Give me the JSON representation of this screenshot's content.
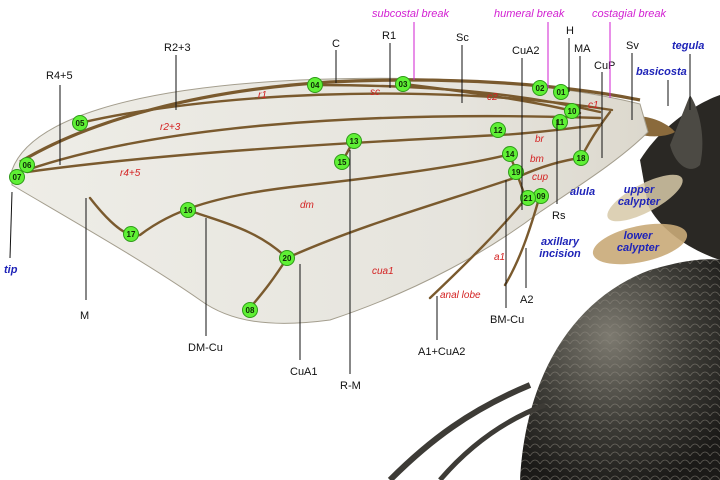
{
  "nodes": [
    "01",
    "02",
    "03",
    "04",
    "05",
    "06",
    "07",
    "08",
    "09",
    "10",
    "11",
    "12",
    "13",
    "14",
    "15",
    "16",
    "17",
    "18",
    "19",
    "20",
    "21"
  ],
  "vein_labels": [
    {
      "text": "R4+5"
    },
    {
      "text": "R2+3"
    },
    {
      "text": "C"
    },
    {
      "text": "R1"
    },
    {
      "text": "Sc"
    },
    {
      "text": "CuA2"
    },
    {
      "text": "H"
    },
    {
      "text": "MA"
    },
    {
      "text": "Sv"
    },
    {
      "text": "CuP"
    },
    {
      "text": "M"
    },
    {
      "text": "DM-Cu"
    },
    {
      "text": "CuA1"
    },
    {
      "text": "R-M"
    },
    {
      "text": "A1+CuA2"
    },
    {
      "text": "BM-Cu"
    },
    {
      "text": "A2"
    },
    {
      "text": "Rs"
    }
  ],
  "break_labels": [
    {
      "text": "subcostal break"
    },
    {
      "text": "humeral break"
    },
    {
      "text": "costagial break"
    }
  ],
  "part_labels": [
    {
      "text": "tegula"
    },
    {
      "text": "basicosta"
    },
    {
      "text": "alula"
    },
    {
      "text": "upper calypter"
    },
    {
      "text": "lower calypter"
    },
    {
      "text": "axillary incision"
    },
    {
      "text": "tip"
    }
  ],
  "cell_labels": [
    {
      "text": "r1"
    },
    {
      "text": "sc"
    },
    {
      "text": "c2"
    },
    {
      "text": "c1"
    },
    {
      "text": "r2+3"
    },
    {
      "text": "r4+5"
    },
    {
      "text": "br"
    },
    {
      "text": "bm"
    },
    {
      "text": "cup"
    },
    {
      "text": "dm"
    },
    {
      "text": "cua1"
    },
    {
      "text": "a1"
    },
    {
      "text": "anal lobe"
    }
  ],
  "colors": {
    "wing_membrane": "#e4e2db",
    "vein": "#7a5a2e",
    "node_fill": "#5ff035",
    "vein_label": "#111111",
    "break_label": "#d21fd2",
    "part_label": "#1f24b8",
    "cell_label": "#d42222"
  }
}
